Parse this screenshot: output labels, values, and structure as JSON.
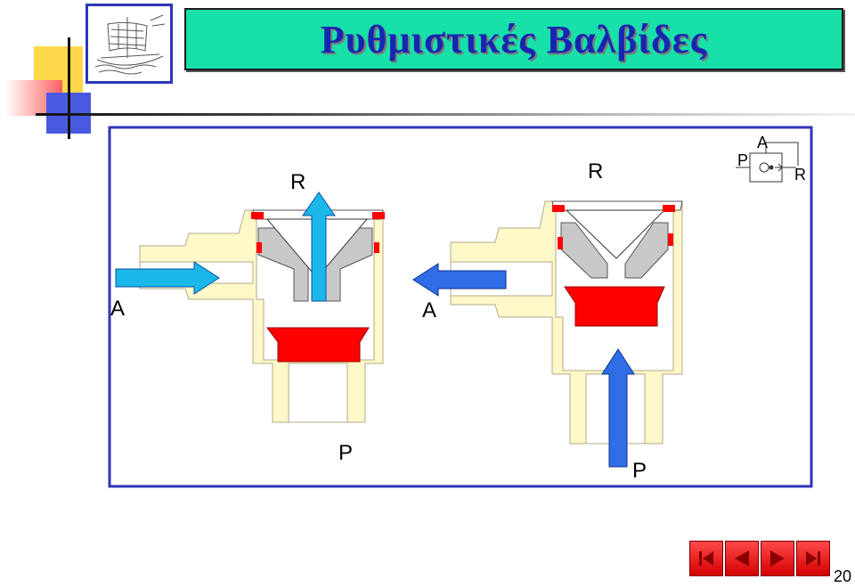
{
  "title": "Ρυθμιστικές Βαλβίδες",
  "valve_left": {
    "label_r": "R",
    "label_a": "A",
    "label_p": "P"
  },
  "valve_right": {
    "label_r": "R",
    "label_a": "A",
    "label_p": "P"
  },
  "symbol": {
    "label_a": "A",
    "label_p": "P",
    "label_r": "R"
  },
  "navigation": {
    "buttons": [
      "first",
      "previous",
      "next",
      "last"
    ]
  },
  "page_number": "20",
  "colors": {
    "frame": "#3035b8",
    "body": "#fff8c8",
    "seal": "#ff0000",
    "arrow_cyan": "#1ab7ea",
    "arrow_blue": "#2f6ee6",
    "title_bg": "#17e0a9",
    "title_text": "#1726b0"
  }
}
